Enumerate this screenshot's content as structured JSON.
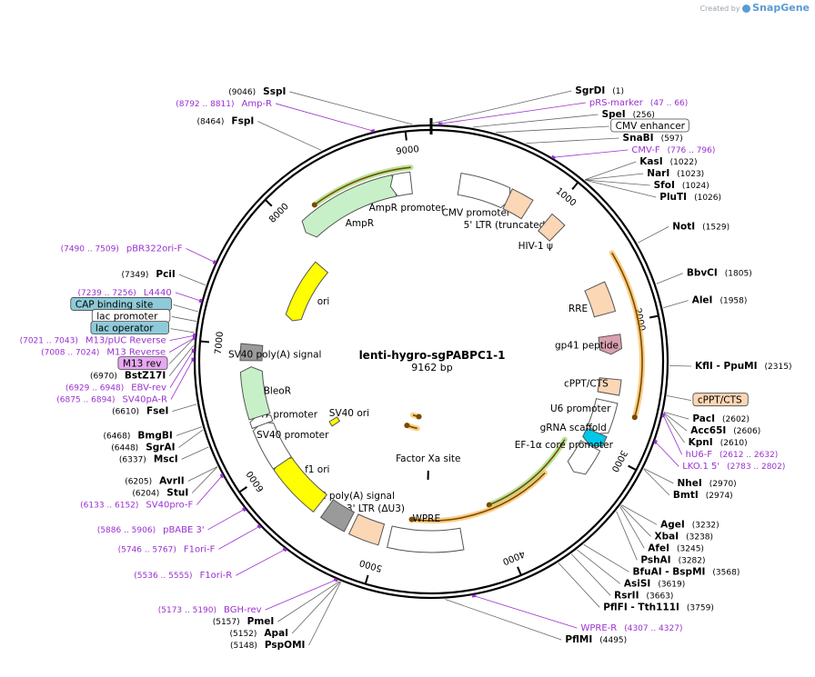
{
  "brand": {
    "created_by": "Created by",
    "name": "SnapGene"
  },
  "plasmid": {
    "name": "lenti-hygro-sgPABPC1-1",
    "length_label": "9162 bp",
    "length": 9162
  },
  "colors": {
    "primer": "#9a30d0",
    "backbone": "#000000",
    "yellow": "#ffff00",
    "orange": "#f5a623",
    "green": "#7ecf4a",
    "peach": "#fbd7b5",
    "gray": "#9a9a9a"
  },
  "ticks": [
    {
      "label": "1000",
      "pos": 1000
    },
    {
      "label": "2000",
      "pos": 2000
    },
    {
      "label": "3000",
      "pos": 3000
    },
    {
      "label": "4000",
      "pos": 4000
    },
    {
      "label": "5000",
      "pos": 5000
    },
    {
      "label": "6000",
      "pos": 6000
    },
    {
      "label": "7000",
      "pos": 7000
    },
    {
      "label": "8000",
      "pos": 8000
    },
    {
      "label": "9000",
      "pos": 9000
    }
  ],
  "labels": [
    {
      "name": "SgrDI",
      "pos_text": "(1)",
      "type": "site",
      "pos": 1
    },
    {
      "name": "SspI",
      "pos_text": "(9046)",
      "type": "site",
      "pos": 9046
    },
    {
      "name": "pRS-marker",
      "pos_text": "(47 .. 66)",
      "type": "primer",
      "pos": 56
    },
    {
      "name": "Amp-R",
      "pos_text": "(8792 .. 8811)",
      "type": "primer",
      "pos": 8801
    },
    {
      "name": "SpeI",
      "pos_text": "(256)",
      "type": "site",
      "pos": 256
    },
    {
      "name": "CMV enhancer",
      "pos_text": "",
      "type": "box_white",
      "pos": 400
    },
    {
      "name": "FspI",
      "pos_text": "(8464)",
      "type": "site",
      "pos": 8464
    },
    {
      "name": "SnaBI",
      "pos_text": "(597)",
      "type": "site",
      "pos": 597
    },
    {
      "name": "CMV-F",
      "pos_text": "(776 .. 796)",
      "type": "primer",
      "pos": 786
    },
    {
      "name": "KasI",
      "pos_text": "(1022)",
      "type": "site",
      "pos": 1022
    },
    {
      "name": "NarI",
      "pos_text": "(1023)",
      "type": "site",
      "pos": 1023
    },
    {
      "name": "SfoI",
      "pos_text": "(1024)",
      "type": "site",
      "pos": 1024
    },
    {
      "name": "PluTI",
      "pos_text": "(1026)",
      "type": "site",
      "pos": 1026
    },
    {
      "name": "NotI",
      "pos_text": "(1529)",
      "type": "site",
      "pos": 1529
    },
    {
      "name": "pBR322ori-F",
      "pos_text": "(7490 .. 7509)",
      "type": "primer",
      "pos": 7500
    },
    {
      "name": "PciI",
      "pos_text": "(7349)",
      "type": "site",
      "pos": 7349
    },
    {
      "name": "BbvCI",
      "pos_text": "(1805)",
      "type": "site",
      "pos": 1805
    },
    {
      "name": "L4440",
      "pos_text": "(7239 .. 7256)",
      "type": "primer",
      "pos": 7248
    },
    {
      "name": "AleI",
      "pos_text": "(1958)",
      "type": "site",
      "pos": 1958
    },
    {
      "name": "CAP binding site",
      "pos_text": "",
      "type": "box_blue",
      "pos": 7180
    },
    {
      "name": "lac promoter",
      "pos_text": "",
      "type": "box_white",
      "pos": 7120
    },
    {
      "name": "M13/pUC Reverse",
      "pos_text": "(7021 .. 7043)",
      "type": "primer",
      "pos": 7032
    },
    {
      "name": "lac operator",
      "pos_text": "",
      "type": "box_blue",
      "pos": 7050
    },
    {
      "name": "M13 Reverse",
      "pos_text": "(7008 .. 7024)",
      "type": "primer",
      "pos": 7016
    },
    {
      "name": "KflI  - PpuMI",
      "pos_text": "(2315)",
      "type": "site",
      "pos": 2315
    },
    {
      "name": "M13 rev",
      "pos_text": "",
      "type": "box_purple",
      "pos": 7015
    },
    {
      "name": "cPPT/CTS",
      "pos_text": "",
      "type": "box_peach",
      "pos": 2500
    },
    {
      "name": "BstZ17I",
      "pos_text": "(6970)",
      "type": "site",
      "pos": 6970
    },
    {
      "name": "PacI",
      "pos_text": "(2602)",
      "type": "site",
      "pos": 2602
    },
    {
      "name": "EBV-rev",
      "pos_text": "(6929 .. 6948)",
      "type": "primer",
      "pos": 6938
    },
    {
      "name": "Acc65I",
      "pos_text": "(2606)",
      "type": "site",
      "pos": 2606
    },
    {
      "name": "SV40pA-R",
      "pos_text": "(6875 .. 6894)",
      "type": "primer",
      "pos": 6884
    },
    {
      "name": "KpnI",
      "pos_text": "(2610)",
      "type": "site",
      "pos": 2610
    },
    {
      "name": "hU6-F",
      "pos_text": "(2612 .. 2632)",
      "type": "primer",
      "pos": 2622
    },
    {
      "name": "FseI",
      "pos_text": "(6610)",
      "type": "site",
      "pos": 6610
    },
    {
      "name": "BmgBI",
      "pos_text": "(6468)",
      "type": "site",
      "pos": 6468
    },
    {
      "name": "LKO.1 5'",
      "pos_text": "(2783 .. 2802)",
      "type": "primer",
      "pos": 2792
    },
    {
      "name": "SgrAI",
      "pos_text": "(6448)",
      "type": "site",
      "pos": 6448
    },
    {
      "name": "MscI",
      "pos_text": "(6337)",
      "type": "site",
      "pos": 6337
    },
    {
      "name": "AvrII",
      "pos_text": "(6205)",
      "type": "site",
      "pos": 6205
    },
    {
      "name": "NheI",
      "pos_text": "(2970)",
      "type": "site",
      "pos": 2970
    },
    {
      "name": "StuI",
      "pos_text": "(6204)",
      "type": "site",
      "pos": 6204
    },
    {
      "name": "BmtI",
      "pos_text": "(2974)",
      "type": "site",
      "pos": 2974
    },
    {
      "name": "SV40pro-F",
      "pos_text": "(6133 .. 6152)",
      "type": "primer",
      "pos": 6142
    },
    {
      "name": "AgeI",
      "pos_text": "(3232)",
      "type": "site",
      "pos": 3232
    },
    {
      "name": "XbaI",
      "pos_text": "(3238)",
      "type": "site",
      "pos": 3238
    },
    {
      "name": "AfeI",
      "pos_text": "(3245)",
      "type": "site",
      "pos": 3245
    },
    {
      "name": "pBABE 3'",
      "pos_text": "(5886 .. 5906)",
      "type": "primer",
      "pos": 5896
    },
    {
      "name": "PshAI",
      "pos_text": "(3282)",
      "type": "site",
      "pos": 3282
    },
    {
      "name": "F1ori-F",
      "pos_text": "(5746 .. 5767)",
      "type": "primer",
      "pos": 5756
    },
    {
      "name": "BfuAI  - BspMI",
      "pos_text": "(3568)",
      "type": "site",
      "pos": 3568
    },
    {
      "name": "AsiSI",
      "pos_text": "(3619)",
      "type": "site",
      "pos": 3619
    },
    {
      "name": "F1ori-R",
      "pos_text": "(5536 .. 5555)",
      "type": "primer",
      "pos": 5545
    },
    {
      "name": "RsrII",
      "pos_text": "(3663)",
      "type": "site",
      "pos": 3663
    },
    {
      "name": "PflFI  - Tth111I",
      "pos_text": "(3759)",
      "type": "site",
      "pos": 3759
    },
    {
      "name": "BGH-rev",
      "pos_text": "(5173 .. 5190)",
      "type": "primer",
      "pos": 5181
    },
    {
      "name": "PmeI",
      "pos_text": "(5157)",
      "type": "site",
      "pos": 5157
    },
    {
      "name": "ApaI",
      "pos_text": "(5152)",
      "type": "site",
      "pos": 5152
    },
    {
      "name": "PspOMI",
      "pos_text": "(5148)",
      "type": "site",
      "pos": 5148
    },
    {
      "name": "WPRE-R",
      "pos_text": "(4307 .. 4327)",
      "type": "primer",
      "pos": 4317
    },
    {
      "name": "PflMI",
      "pos_text": "(4495)",
      "type": "site",
      "pos": 4495
    }
  ],
  "features": [
    {
      "name": "CMV promoter",
      "kind": "arrow",
      "fill": "#ffffff",
      "start": 230,
      "end": 620,
      "dir": 1,
      "track": 1
    },
    {
      "name": "5' LTR (truncated)",
      "kind": "box",
      "fill": "#fbd7b5",
      "start": 640,
      "end": 820,
      "dir": 1,
      "track": 1
    },
    {
      "name": "HIV-1 ψ",
      "kind": "box",
      "fill": "#fbd7b5",
      "start": 1000,
      "end": 1130,
      "dir": 1,
      "track": 1
    },
    {
      "name": "RRE",
      "kind": "box",
      "fill": "#fbd7b5",
      "start": 1660,
      "end": 1900,
      "dir": 1,
      "track": 1
    },
    {
      "name": "gp41 peptide",
      "kind": "arrow",
      "fill": "#d9a0b0",
      "start": 2080,
      "end": 2190,
      "dir": 1,
      "track": 1
    },
    {
      "name": "cPPT/CTS",
      "kind": "box",
      "fill": "#fbd7b5",
      "start": 2430,
      "end": 2550,
      "dir": 1,
      "track": 1
    },
    {
      "name": "U6 promoter",
      "kind": "arrow",
      "fill": "#ffffff",
      "start": 2612,
      "end": 2850,
      "dir": 1,
      "track": 1
    },
    {
      "name": "gRNA scaffold",
      "kind": "arrow",
      "fill": "#00c8e8",
      "start": 2880,
      "end": 2960,
      "dir": 1,
      "track": 1
    },
    {
      "name": "EF-1α core promoter",
      "kind": "arrow",
      "fill": "#ffffff",
      "start": 3000,
      "end": 3210,
      "dir": 1,
      "track": 1
    },
    {
      "name": "WPRE",
      "kind": "box",
      "fill": "#ffffff",
      "start": 4330,
      "end": 4920,
      "dir": 1,
      "track": 1
    },
    {
      "name": "3' LTR (ΔU3)",
      "kind": "box",
      "fill": "#fbd7b5",
      "start": 4990,
      "end": 5230,
      "dir": 1,
      "track": 1
    },
    {
      "name": "bGH poly(A) signal",
      "kind": "box",
      "fill": "#9a9a9a",
      "start": 5270,
      "end": 5480,
      "dir": 1,
      "track": 1
    },
    {
      "name": "f1 ori",
      "kind": "arrow",
      "fill": "#ffff00",
      "start": 5550,
      "end": 5990,
      "dir": 1,
      "track": 1
    },
    {
      "name": "SV40 promoter",
      "kind": "arrow",
      "fill": "#ffffff",
      "start": 6000,
      "end": 6330,
      "dir": 1,
      "track": 1
    },
    {
      "name": "EM7 promoter",
      "kind": "arrow",
      "fill": "#ffffff",
      "start": 6350,
      "end": 6400,
      "dir": 1,
      "track": 1
    },
    {
      "name": "BleoR",
      "kind": "arrow",
      "fill": "#c8f0c8",
      "start": 6420,
      "end": 6790,
      "dir": 1,
      "track": 1
    },
    {
      "name": "SV40 poly(A) signal",
      "kind": "box",
      "fill": "#9a9a9a",
      "start": 6880,
      "end": 7010,
      "dir": 1,
      "track": 1
    },
    {
      "name": "ori",
      "kind": "arrow",
      "fill": "#ffff00",
      "start": 7330,
      "end": 7910,
      "dir": -1,
      "track": 2
    },
    {
      "name": "AmpR",
      "kind": "arrow",
      "fill": "#c8f0c8",
      "start": 8080,
      "end": 8860,
      "dir": -1,
      "track": 1
    },
    {
      "name": "AmpR promoter",
      "kind": "arrow",
      "fill": "#ffffff",
      "start": 8870,
      "end": 9000,
      "dir": -1,
      "track": 1
    },
    {
      "name": "SV40 ori",
      "kind": "box",
      "fill": "#ffff00",
      "start": 6030,
      "end": 6095,
      "dir": 1,
      "track": 3
    },
    {
      "name": "Factor Xa site",
      "kind": "mark",
      "fill": "#000000",
      "start": 4620,
      "end": 4630,
      "dir": 1,
      "track": 3
    }
  ],
  "orfs": [
    {
      "start": 8230,
      "end": 9010,
      "dir": -1,
      "color": "#7ecf4a"
    },
    {
      "start": 1500,
      "end": 2680,
      "dir": 1,
      "color": "#f5a623"
    },
    {
      "start": 3060,
      "end": 4020,
      "dir": 1,
      "color": "#7ecf4a"
    },
    {
      "start": 3420,
      "end": 4760,
      "dir": 1,
      "color": "#f5a623"
    },
    {
      "start": 4900,
      "end": 5060,
      "dir": -1,
      "color": "#f5a623"
    },
    {
      "start": 4880,
      "end": 5110,
      "dir": 1,
      "color": "#f5a623"
    }
  ]
}
